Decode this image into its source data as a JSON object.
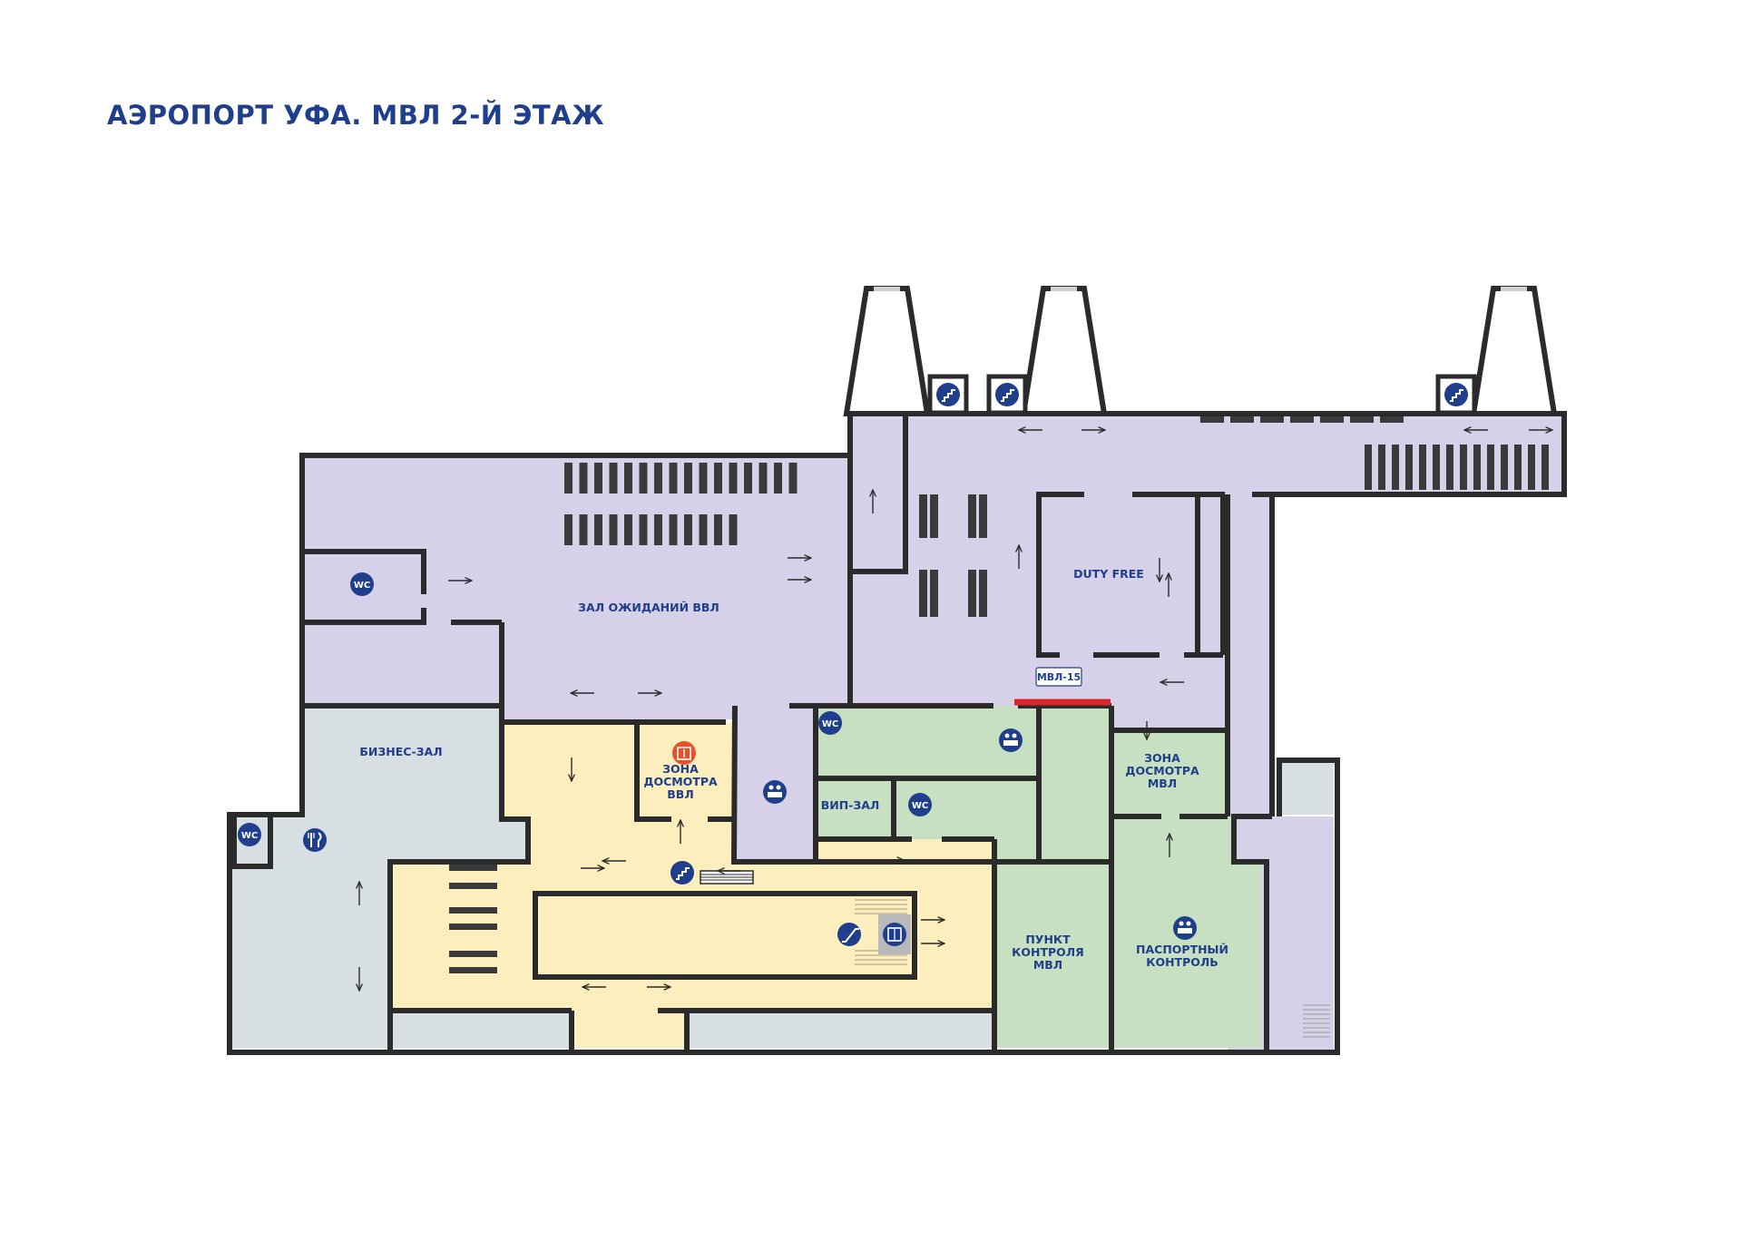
{
  "title": "АЭРОПОРТ УФА. МВЛ 2-Й ЭТАЖ",
  "colors": {
    "title": "#1f3f8c",
    "lavender_zone": "#d6d1e9",
    "yellow_zone": "#fdeebd",
    "green_zone": "#c7e0c1",
    "gray_zone": "#d8dfe2",
    "walls": "#2b2b2b",
    "icon_fill": "#1f3f8c",
    "security_icon": "#e8512a",
    "gate_marker": "#d9252a"
  },
  "labels": {
    "waiting_hall": "ЗАЛ ОЖИДАНИЙ ВВЛ",
    "business_hall": "БИЗНЕС-ЗАЛ",
    "duty_free": "DUTY FREE",
    "security_domestic": [
      "ЗОНА",
      "ДОСМОТРА",
      "ВВЛ"
    ],
    "security_international": [
      "ЗОНА",
      "ДОСМОТРА",
      "МВЛ"
    ],
    "vip_hall": "ВИП-ЗАЛ",
    "control_point": [
      "ПУНКТ",
      "КОНТРОЛЯ",
      "МВЛ"
    ],
    "passport_control": [
      "ПАСПОРТНЫЙ",
      "КОНТРОЛЬ"
    ],
    "gate": "МВЛ-15"
  },
  "icons": {
    "wc_text": "WC",
    "toilet": "wc-icon",
    "stairs": "stairs-icon",
    "restaurant": "restaurant-icon",
    "information": "information-desk-icon",
    "security_scan": "security-scanner-icon",
    "elevator": "elevator-icon",
    "escalator": "escalator-icon"
  }
}
